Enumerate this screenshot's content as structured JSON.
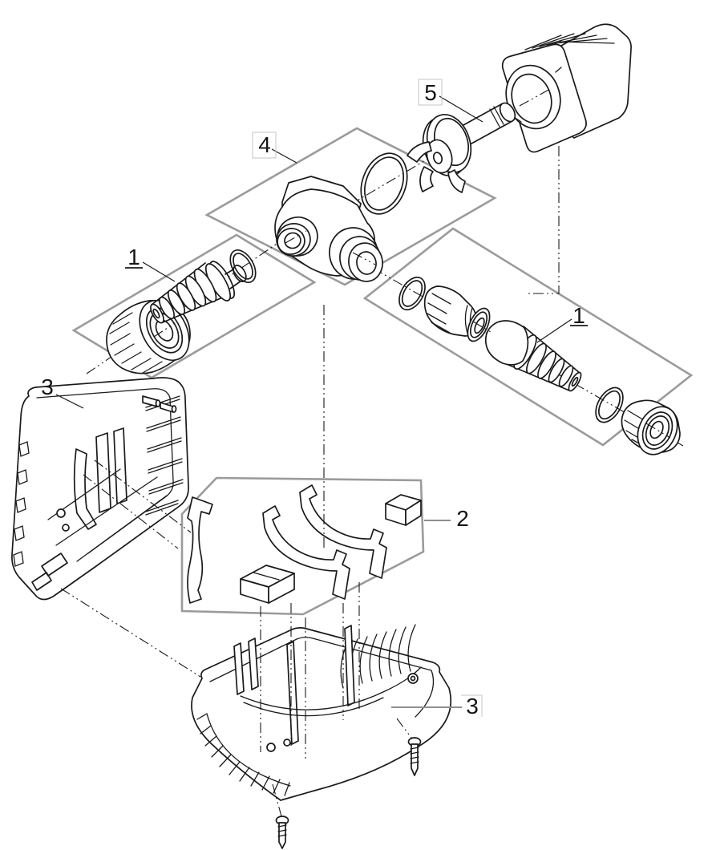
{
  "diagram": {
    "type": "exploded-view-parts-diagram",
    "subject": "pond pump exploded assembly drawing",
    "background": "#ffffff",
    "line_color": "#1a1a1a",
    "group_box_color": "#9b9b9b",
    "callouts": [
      {
        "id": "1-left",
        "number": "1",
        "part": "hose-tail-connector-assembly-left"
      },
      {
        "id": "1-right",
        "number": "1",
        "part": "hose-tail-connector-assembly-right"
      },
      {
        "id": "2",
        "number": "2",
        "part": "clamp-set"
      },
      {
        "id": "3-upper",
        "number": "3",
        "part": "housing-shell-upper"
      },
      {
        "id": "3-lower",
        "number": "3",
        "part": "housing-shell-lower"
      },
      {
        "id": "4",
        "number": "4",
        "part": "pump-housing-with-o-ring"
      },
      {
        "id": "5",
        "number": "5",
        "part": "rotor-impeller-unit"
      }
    ]
  }
}
